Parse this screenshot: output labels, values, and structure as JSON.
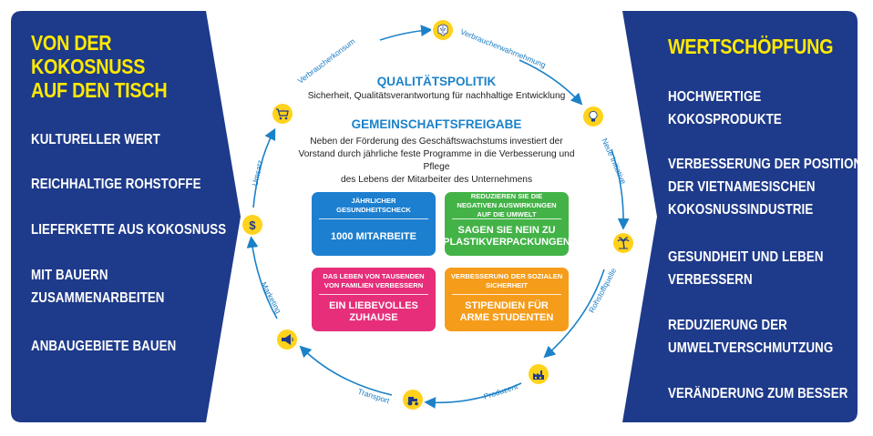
{
  "left_panel": {
    "title_lines": [
      "VON DER",
      "KOKOSNUSS",
      "AUF DEN TISCH"
    ],
    "items": [
      [
        "KULTURELLER WERT"
      ],
      [
        "REICHHALTIGE ROHSTOFFE"
      ],
      [
        "LIEFERKETTE AUS KOKOSNUSS"
      ],
      [
        "MIT BAUERN",
        "ZUSAMMENARBEITEN"
      ],
      [
        "ANBAUGEBIETE BAUEN"
      ]
    ]
  },
  "right_panel": {
    "title": "WERTSCHÖPFUNG",
    "items": [
      [
        "HOCHWERTIGE",
        "KOKOSPRODUKTE"
      ],
      [
        "VERBESSERUNG DER POSITION",
        "DER VIETNAMESISCHEN",
        "KOKOSNUSSINDUSTRIE"
      ],
      [
        "GESUNDHEIT UND LEBEN",
        "VERBESSERN"
      ],
      [
        "REDUZIERUNG DER",
        "UMWELTVERSCHMUTZUNG"
      ],
      [
        "VERÄNDERUNG ZUM BESSER"
      ]
    ]
  },
  "cycle": {
    "labels": {
      "verbraucherkonsum": "Verbraucherkonsum",
      "verbraucherwahrnehmung": "Verbraucherwahrnehmung",
      "neue_initiative": "Neue Initiative",
      "rohstoffquelle": "Rohstoffquelle",
      "produzent": "Produzent",
      "transport": "Transport",
      "marketing": "Marketing",
      "umsatz": "Umsatz"
    },
    "icons": [
      "brain-icon",
      "lightbulb-icon",
      "palm-tree-icon",
      "factory-icon",
      "tractor-icon",
      "megaphone-icon",
      "dollar-icon",
      "shopping-cart-icon"
    ],
    "icon_color": "#ffd21c",
    "arrow_color": "#1b82c8"
  },
  "center": {
    "quality_heading": "QUALITÄTSPOLITIK",
    "quality_text": "Sicherheit, Qualitätsverantwortung für nachhaltige Entwicklung",
    "community_heading": "GEMEINSCHAFTSFREIGABE",
    "community_text_lines": [
      "Neben der Förderung des Geschäftswachstums investiert der",
      "Vorstand durch jährliche feste Programme in die Verbesserung und Pflege",
      "des Lebens der Mitarbeiter des Unternehmens"
    ],
    "cards": [
      {
        "top": "JÄHRLICHER GESUNDHEITSCHECK",
        "bottom": "1000 MITARBEITE",
        "color": "#1d7fd0"
      },
      {
        "top": "REDUZIEREN SIE DIE NEGATIVEN AUSWIRKUNGEN AUF DIE UMWELT",
        "bottom": "SAGEN SIE NEIN ZU PLASTIKVERPACKUNGEN",
        "color": "#43b347"
      },
      {
        "top": "DAS LEBEN VON TAUSENDEN VON FAMILIEN VERBESSERN",
        "bottom": "EIN LIEBEVOLLES ZUHAUSE",
        "color": "#e62e7a"
      },
      {
        "top": "VERBESSERUNG DER SOZIALEN SICHERHEIT",
        "bottom": "STIPENDIEN FÜR ARME STUDENTEN",
        "color": "#f59c1a"
      }
    ]
  },
  "colors": {
    "panel_bg": "#1e3a8a",
    "title_yellow": "#ffe900",
    "heading_blue": "#1b82c8"
  }
}
